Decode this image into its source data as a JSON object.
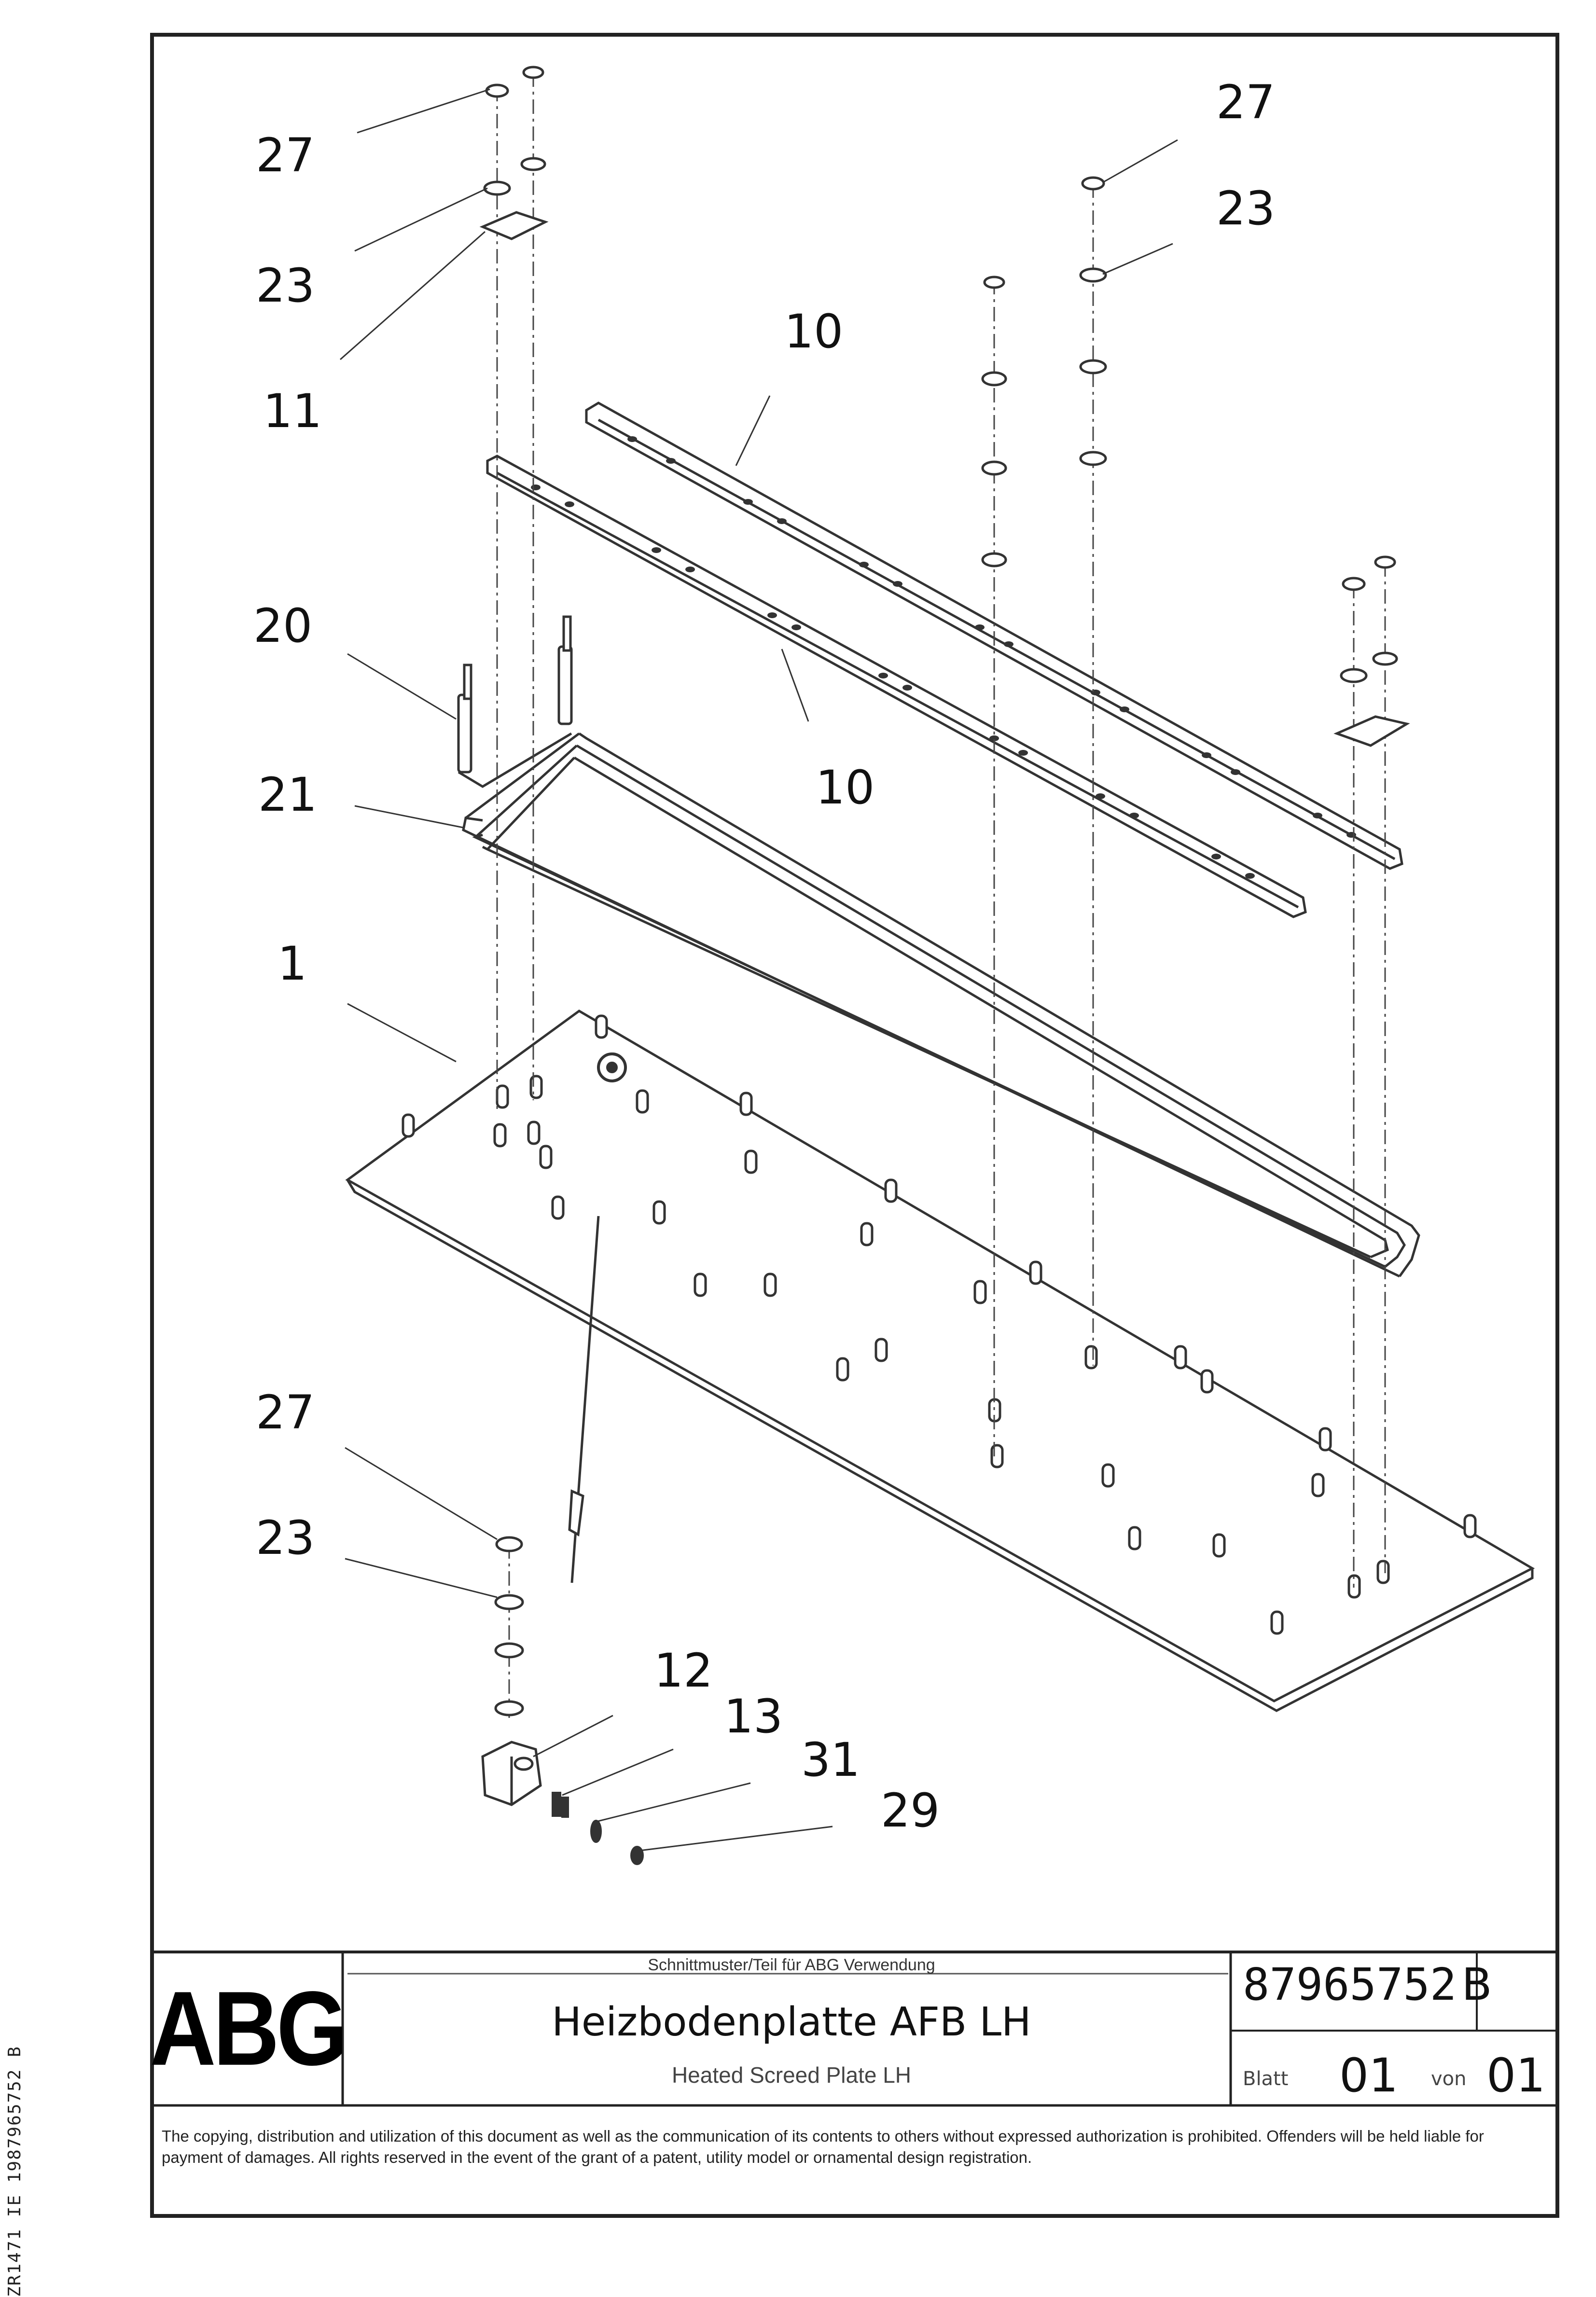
{
  "callouts": {
    "c27a": "27",
    "c23a": "23",
    "c11": "11",
    "c27b": "27",
    "c23b": "23",
    "c10a": "10",
    "c10b": "10",
    "c20": "20",
    "c21": "21",
    "c1": "1",
    "c27c": "27",
    "c23c": "23",
    "c12": "12",
    "c13": "13",
    "c31": "31",
    "c29": "29"
  },
  "title_block": {
    "logo": "ABG",
    "supplier_line": "Schnittmuster/Teil für ABG Verwendung",
    "title_de": "Heizbodenplatte AFB LH",
    "title_en": "Heated Screed Plate LH",
    "part_number": "87965752",
    "revision": "B",
    "sheet_label": "Blatt",
    "sheet_value": "01",
    "of_label": "von",
    "of_value": "01"
  },
  "disclaimer": "The copying, distribution and utilization of this document as well as the communication of its contents to others without expressed authorization is prohibited. Offenders will be held liable for payment of damages. All rights reserved in the event of the grant of a patent, utility model or ornamental design registration.",
  "side_code": "ZR1471 IE  1987965752  B"
}
